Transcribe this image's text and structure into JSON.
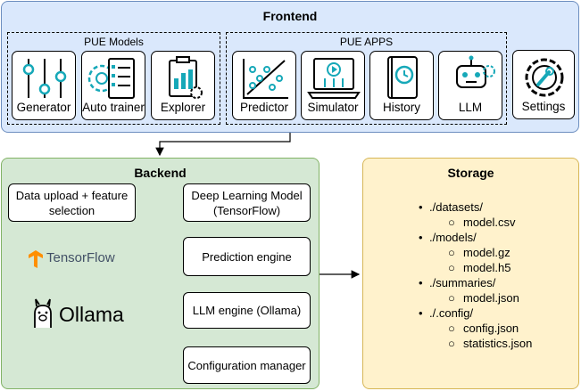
{
  "frontend": {
    "title": "Frontend",
    "models_group": {
      "label": "PUE Models",
      "tiles": [
        {
          "label": "Generator",
          "icon": "sliders-icon"
        },
        {
          "label": "Auto trainer",
          "icon": "gear-checklist-icon"
        },
        {
          "label": "Explorer",
          "icon": "clipboard-chart-icon"
        }
      ]
    },
    "apps_group": {
      "label": "PUE APPS",
      "tiles": [
        {
          "label": "Predictor",
          "icon": "scatter-trend-icon"
        },
        {
          "label": "Simulator",
          "icon": "laptop-play-icon"
        },
        {
          "label": "History",
          "icon": "book-clock-icon"
        },
        {
          "label": "LLM",
          "icon": "robot-icon"
        }
      ]
    },
    "settings": {
      "label": "Settings",
      "icon": "wrench-gear-icon"
    }
  },
  "backend": {
    "title": "Backend",
    "data_upload": "Data upload + feature selection",
    "deep_learning": "Deep Learning Model (TensorFlow)",
    "prediction_engine": "Prediction engine",
    "llm_engine": "LLM engine (Ollama)",
    "configuration_manager": "Configuration manager",
    "tensorflow_logo_text": "TensorFlow",
    "ollama_logo_text": "Ollama"
  },
  "storage": {
    "title": "Storage",
    "folders": [
      {
        "name": "./datasets/",
        "files": [
          "model.csv"
        ]
      },
      {
        "name": "./models/",
        "files": [
          "model.gz",
          "model.h5"
        ]
      },
      {
        "name": "./summaries/",
        "files": [
          "model.json"
        ]
      },
      {
        "name": "./.config/",
        "files": [
          "config.json",
          "statistics.json"
        ]
      }
    ]
  },
  "colors": {
    "frontend_fill": "#dae8fc",
    "backend_fill": "#d5e8d4",
    "storage_fill": "#fff2cc",
    "icon_teal": "#16a8b8",
    "tensorflow_orange": "#ff8f00"
  }
}
